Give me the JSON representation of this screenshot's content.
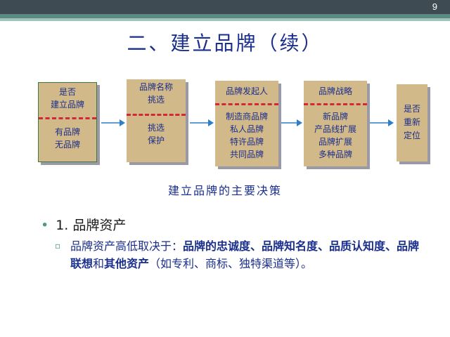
{
  "page_number": "9",
  "title": "二、建立品牌（续）",
  "flow": {
    "box1": {
      "top": "是否\n建立品牌",
      "bottom": "有品牌\n无品牌"
    },
    "box2": {
      "top": "品牌名称\n挑选",
      "bottom": "挑选\n保护"
    },
    "box3": {
      "top": "品牌发起人",
      "bottom": "制造商品牌\n私人品牌\n特许品牌\n共同品牌"
    },
    "box4": {
      "top": "品牌战略",
      "bottom": "新品牌\n产品线扩展\n品牌扩展\n多种品牌"
    },
    "box5": {
      "top": "是否\n重新\n定位"
    }
  },
  "caption": "建立品牌的主要决策",
  "bullet1": "1. 品牌资产",
  "bullet2": {
    "seg1": "品牌资产高低取决于：",
    "seg2": "品牌的忠诚度、品牌知名度、品质认知度、品牌联想",
    "seg3": "和",
    "seg4": "其他资产",
    "seg5": "（如专利、商标、独特渠道等）。"
  },
  "colors": {
    "title": "#1a2e8c",
    "box_fill": "#d2b98a",
    "dash": "#d1283a",
    "arrow": "#2f7fc8",
    "accent": "#4a9a8a"
  }
}
